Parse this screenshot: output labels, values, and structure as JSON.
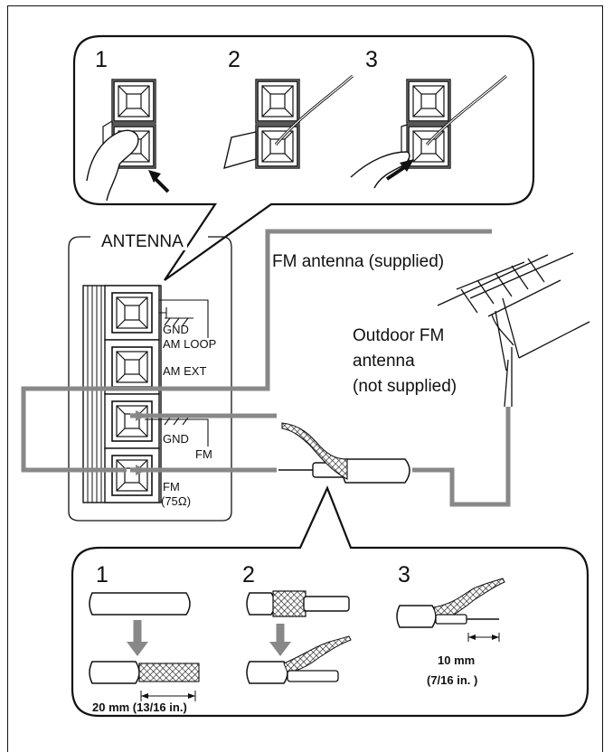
{
  "top_steps": [
    "1",
    "2",
    "3"
  ],
  "bottom_steps": [
    "1",
    "2",
    "3"
  ],
  "panel": {
    "title": "ANTENNA",
    "terminals": {
      "gnd_top": "GND",
      "am_loop": "AM LOOP",
      "am_ext": "AM EXT",
      "gnd_bottom": "GND",
      "fm": "FM",
      "fm_75": "FM",
      "fm_75_ohm": "(75Ω)"
    }
  },
  "labels": {
    "fm_supplied": "FM antenna (supplied)",
    "outdoor_line1": "Outdoor FM",
    "outdoor_line2": "antenna",
    "outdoor_line3": "(not supplied)"
  },
  "measurements": {
    "step1": "20 mm (13/16 in.)",
    "step3_line1": "10 mm",
    "step3_line2": "(7/16 in. )"
  },
  "colors": {
    "cable": "#888888",
    "ink": "#111111"
  }
}
